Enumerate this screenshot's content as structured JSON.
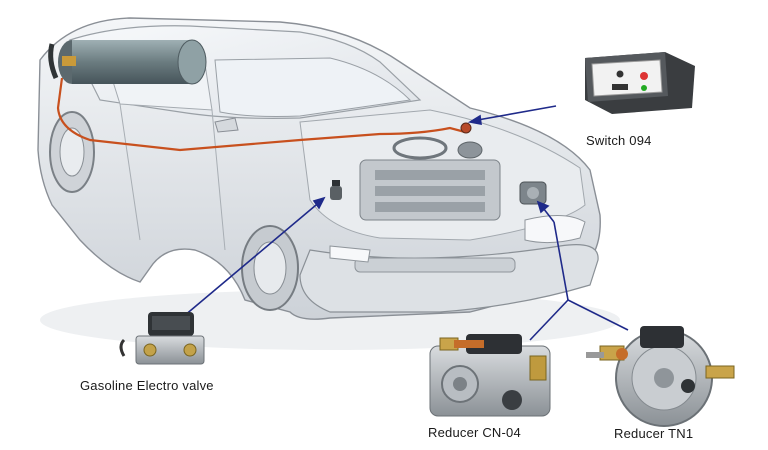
{
  "labels": {
    "switch": "Switch 094",
    "gasoline_valve": "Gasoline Electro valve",
    "reducer_cn04": "Reducer CN-04",
    "reducer_tn1": "Reducer TN1"
  },
  "colors": {
    "pointer_line": "#1f2a8a",
    "fuel_line": "#c8501e",
    "car_body": "#e6e9ee",
    "car_outline": "#8a8f96",
    "tank": "#6d7f84"
  }
}
